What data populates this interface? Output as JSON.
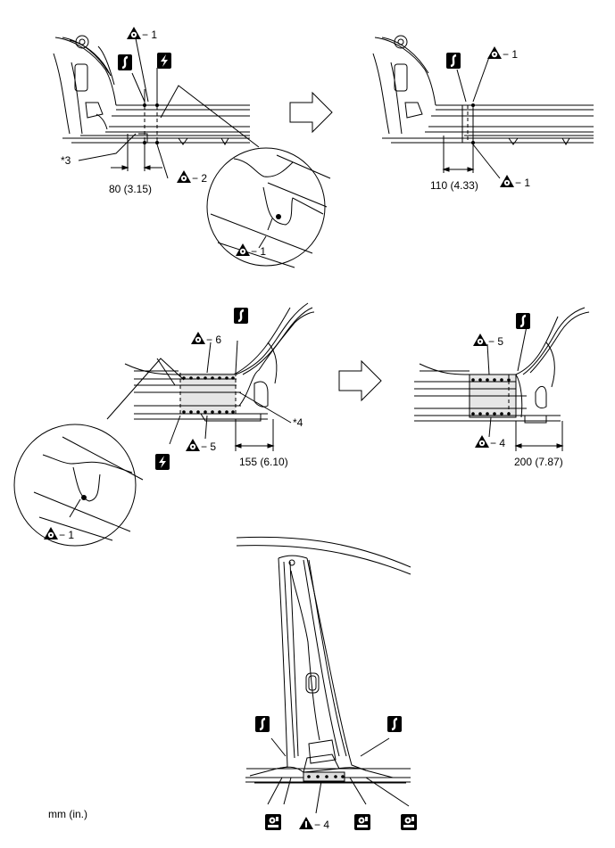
{
  "labels": {
    "c1": "*3",
    "c2": "*4",
    "dim_80": "80 (3.15)",
    "dim_110": "110 (4.33)",
    "dim_155": "155 (6.10)",
    "dim_200": "200 (7.87)",
    "units": "mm (in.)"
  },
  "weld_refs": {
    "p1_top": "− 1",
    "p1_bottom": "− 2",
    "p1_detail": "− 1",
    "p2_top": "− 1",
    "p2_bottom": "− 1",
    "p3_top": "− 6",
    "p3_bottom": "− 5",
    "p3_detail": "− 1",
    "p4_top": "− 5",
    "p4_bottom": "− 4",
    "p5_bottom": "− 4"
  },
  "icons": {
    "cut_symbol": "saw-cut-icon",
    "lightning_symbol": "lightning-cut-icon",
    "spot_weld_symbol": "spot-weld-triangle-icon",
    "mig_weld_symbol": "mig-weld-box-icon",
    "arrow": "process-arrow-icon"
  },
  "colors": {
    "line": "#000000",
    "weld_zone": "#c8c8c8",
    "background": "#ffffff"
  }
}
